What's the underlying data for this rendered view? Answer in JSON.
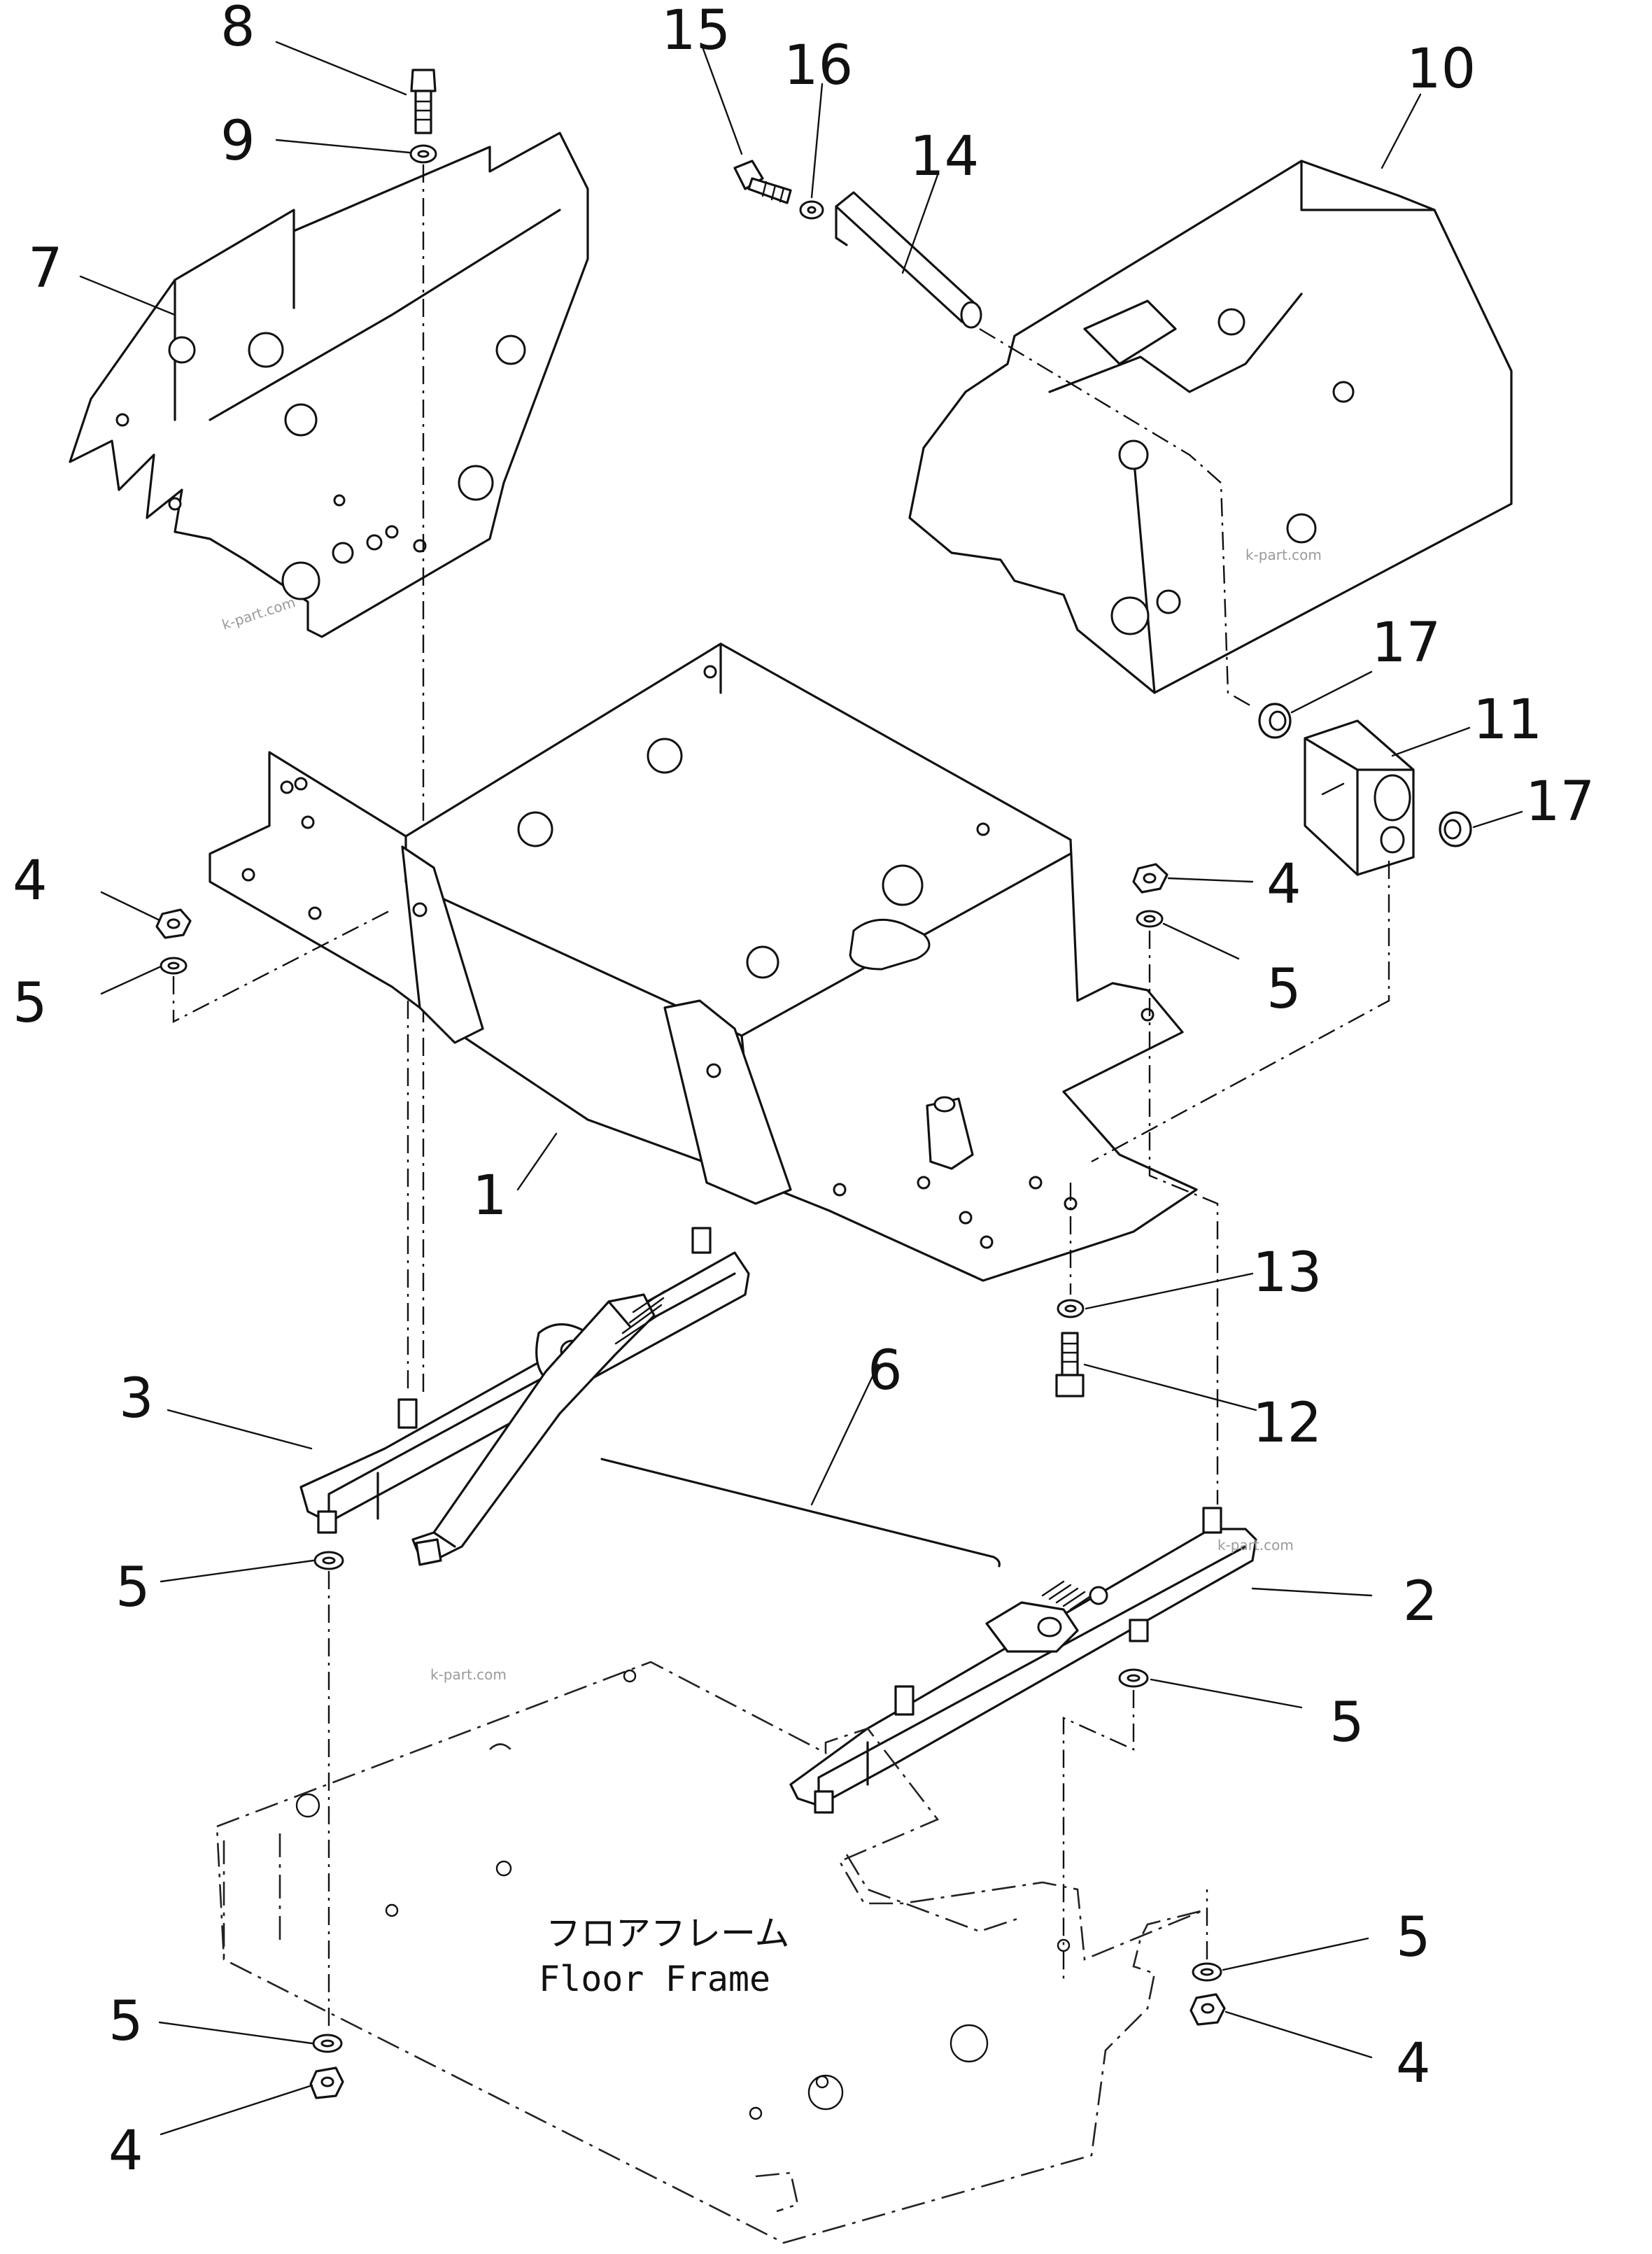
{
  "callouts": {
    "c1": "1",
    "c2": "2",
    "c3": "3",
    "c4a": "4",
    "c4b": "4",
    "c4c": "4",
    "c4d": "4",
    "c5a": "5",
    "c5b": "5",
    "c5c": "5",
    "c5d": "5",
    "c5e": "5",
    "c5f": "5",
    "c6": "6",
    "c7": "7",
    "c8": "8",
    "c9": "9",
    "c10": "10",
    "c11": "11",
    "c12": "12",
    "c13": "13",
    "c14": "14",
    "c15": "15",
    "c16": "16",
    "c17a": "17",
    "c17b": "17"
  },
  "floor_frame": {
    "label_ja": "フロアフレーム",
    "label_en": "Floor Frame"
  },
  "watermark": {
    "text": "k-part.com"
  }
}
